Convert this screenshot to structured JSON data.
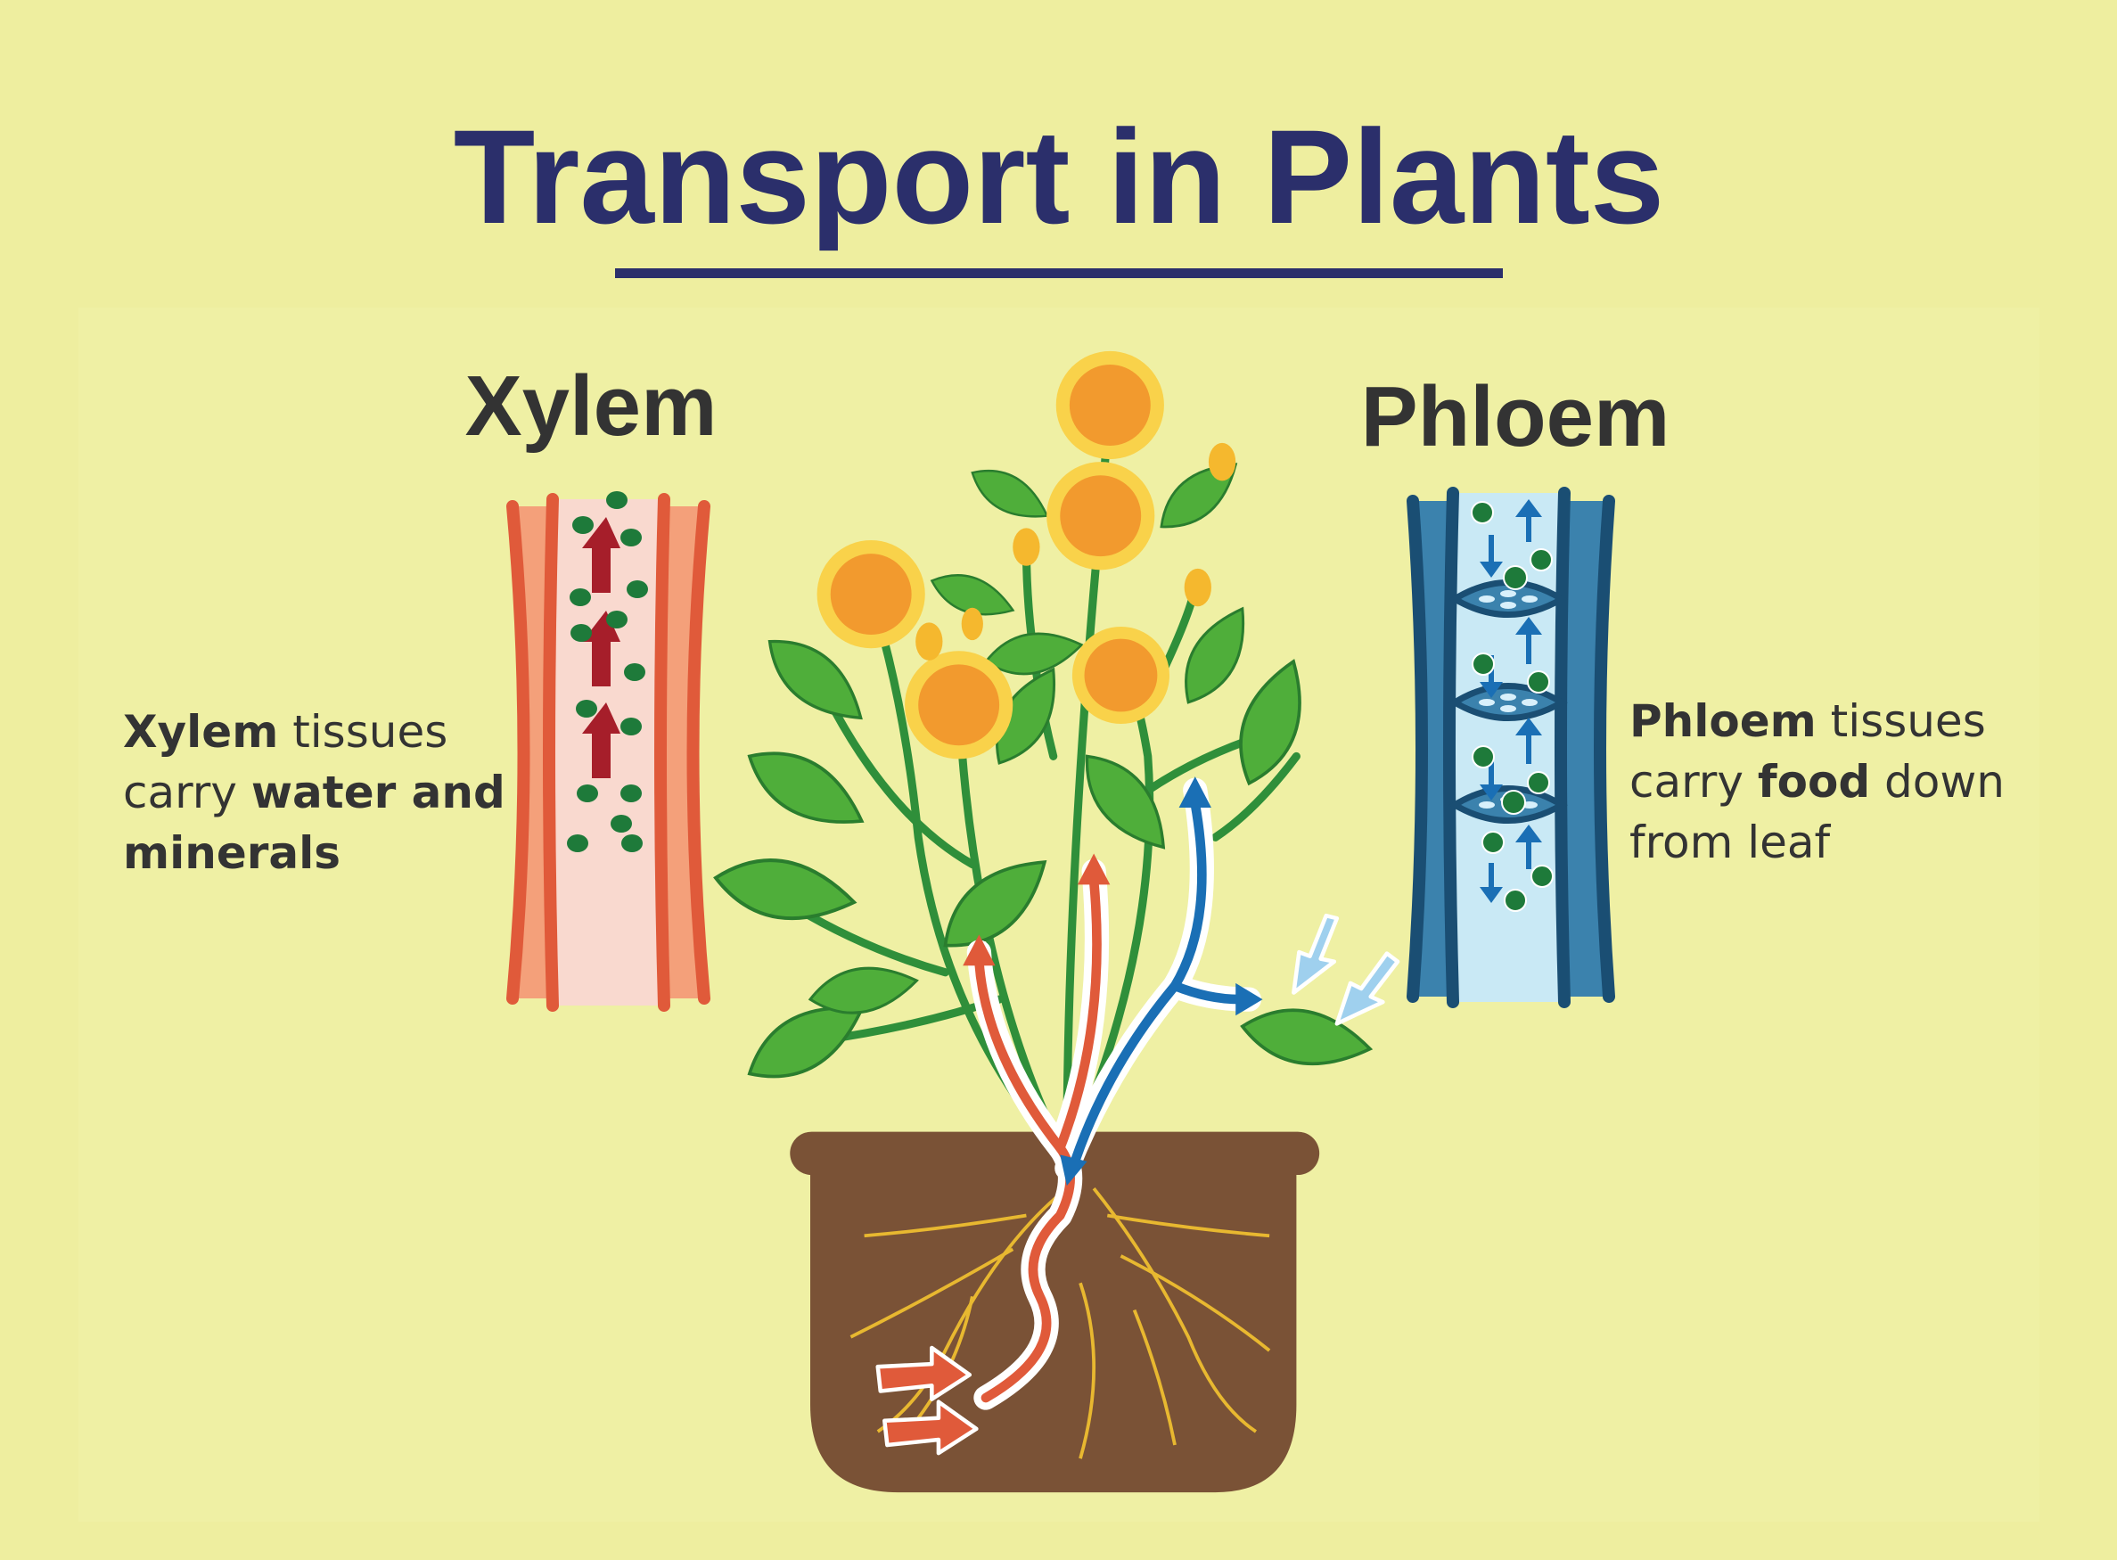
{
  "title": "Transport in Plants",
  "xylem": {
    "heading": "Xylem",
    "desc_line1_bold": "Xylem",
    "desc_line1_rest": " tissues",
    "desc_line2_pre": "carry ",
    "desc_line2_bold": "water and",
    "desc_line3_bold": "minerals"
  },
  "phloem": {
    "heading": "Phloem",
    "desc_line1_bold": "Phloem",
    "desc_line1_rest": " tissues",
    "desc_line2_pre": "carry ",
    "desc_line2_bold": "food",
    "desc_line2_post": " down",
    "desc_line3": "from leaf"
  },
  "colors": {
    "background": "#eeee9f",
    "title": "#2b2f6b",
    "xylem_wall": "#e05a3a",
    "xylem_arrow": "#a61e2a",
    "phloem_wall": "#1f5f8b",
    "phloem_arrow": "#1a6fb5",
    "particle": "#1e7a3a",
    "pot": "#7a5236",
    "root": "#e8b830"
  }
}
